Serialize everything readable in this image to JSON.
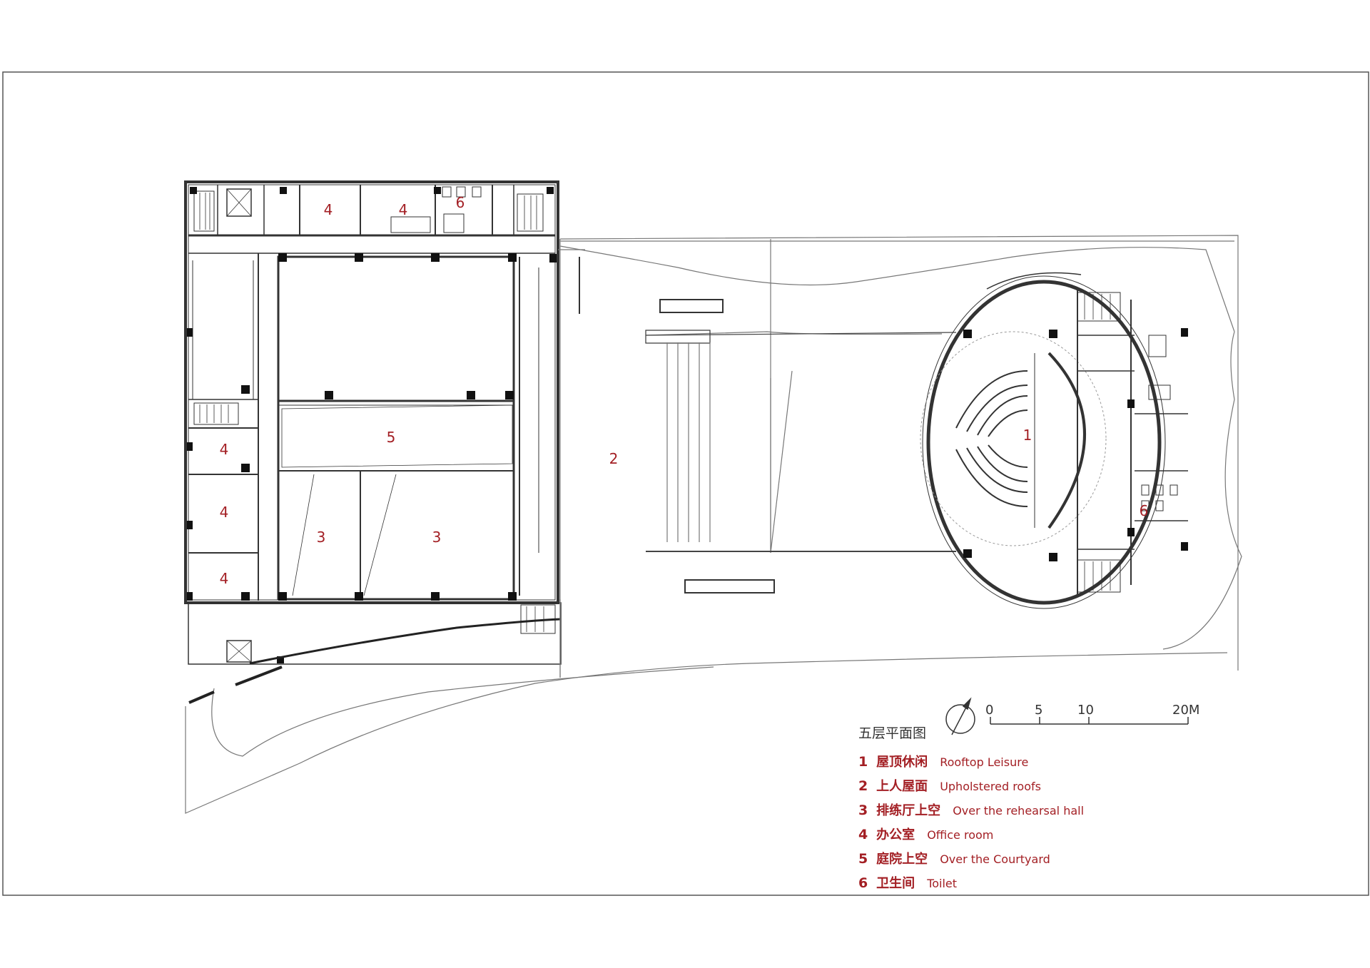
{
  "plan": {
    "title": "五层平面图",
    "room_numbers": [
      "1",
      "2",
      "3",
      "3",
      "4",
      "4",
      "4",
      "4",
      "4",
      "5",
      "6",
      "6"
    ],
    "scale_labels": [
      "0",
      "5",
      "10",
      "20M"
    ],
    "colors": {
      "label": "#a31f24",
      "line": "#333333",
      "thin": "#777777"
    },
    "icons": [
      "north-arrow-icon"
    ]
  },
  "legend": [
    {
      "num": "1",
      "cn": "屋顶休闲",
      "en": "Rooftop Leisure"
    },
    {
      "num": "2",
      "cn": "上人屋面",
      "en": "Upholstered roofs"
    },
    {
      "num": "3",
      "cn": "排练厅上空",
      "en": "Over the rehearsal hall"
    },
    {
      "num": "4",
      "cn": "办公室",
      "en": "Office room"
    },
    {
      "num": "5",
      "cn": "庭院上空",
      "en": "Over the Courtyard"
    },
    {
      "num": "6",
      "cn": "卫生间",
      "en": "Toilet"
    }
  ]
}
